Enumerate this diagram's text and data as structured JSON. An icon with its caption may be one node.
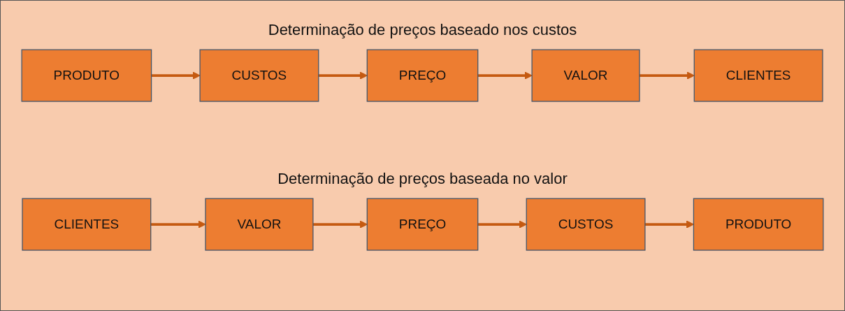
{
  "diagram": {
    "nodes": [
      {
        "text": [
          "PRODUTO"
        ]
      },
      {
        "text": [
          "CUSTOS"
        ]
      },
      {
        "text": [
          "PREÇO"
        ]
      },
      {
        "text": [
          "VALOR"
        ]
      },
      {
        "text": [
          "CLIENTES"
        ]
      },
      {
        "text": [
          "CLIENTES"
        ]
      },
      {
        "text": [
          "VALOR"
        ]
      },
      {
        "text": [
          "PREÇO"
        ]
      },
      {
        "text": [
          "CUSTOS"
        ]
      },
      {
        "text": [
          "PRODUTO"
        ]
      }
    ],
    "edges": [
      {
        "from": 0,
        "to": 1,
        "arrow": "to"
      },
      {
        "from": 1,
        "to": 2,
        "arrow": "to"
      },
      {
        "from": 2,
        "to": 3,
        "arrow": "to"
      },
      {
        "from": 3,
        "to": 4,
        "arrow": "to"
      },
      {
        "from": 5,
        "to": 6,
        "arrow": "to"
      },
      {
        "from": 6,
        "to": 7,
        "arrow": "to"
      },
      {
        "from": 7,
        "to": 8,
        "arrow": "to"
      },
      {
        "from": 8,
        "to": 9,
        "arrow": "to"
      }
    ],
    "labels": [
      "Determinação de preços baseado nos custos",
      "Determinação de preços baseada no valor"
    ]
  }
}
